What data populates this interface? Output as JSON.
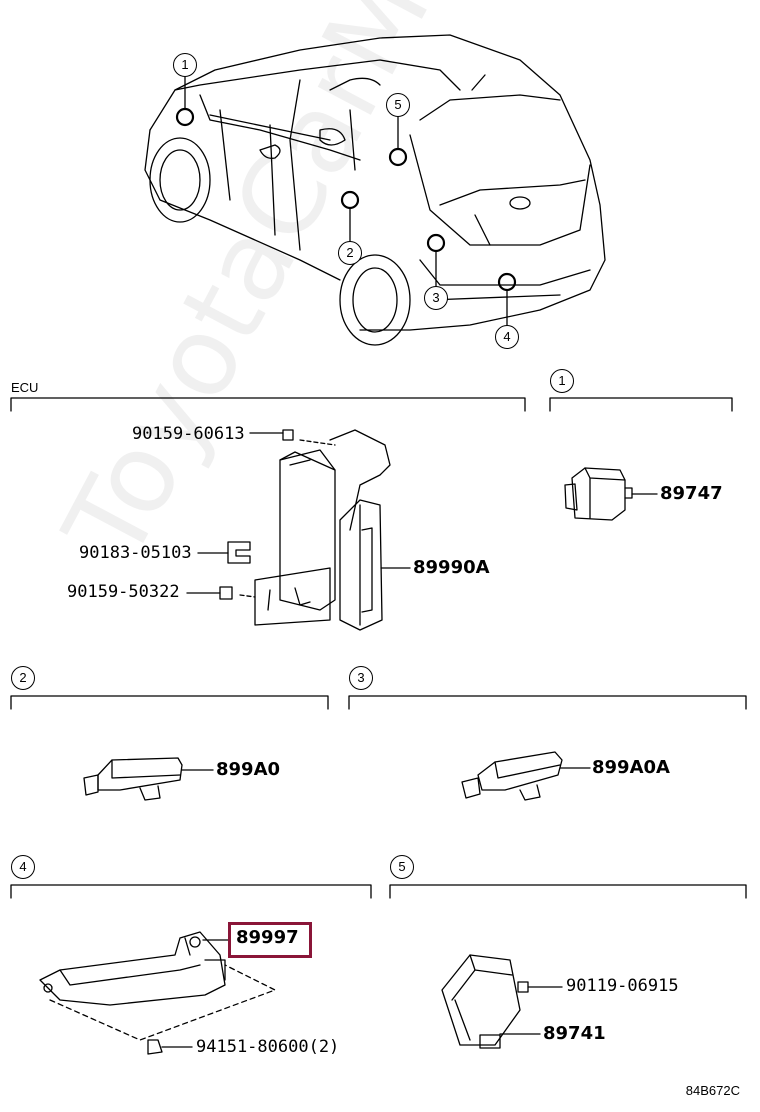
{
  "watermark": "ToyotaCarMir.ru",
  "diagram_code": "84B672C",
  "vehicle_callouts": [
    "1",
    "2",
    "3",
    "4",
    "5"
  ],
  "sections": {
    "ecu": {
      "label": "ECU",
      "parts": {
        "bolt_top": "90159-60613",
        "clip": "90183-05103",
        "bolt_bottom": "90159-50322",
        "ecu_main": "89990A"
      }
    },
    "s1": {
      "callout": "1",
      "part": "89747"
    },
    "s2": {
      "callout": "2",
      "part": "899A0"
    },
    "s3": {
      "callout": "3",
      "part": "899A0A"
    },
    "s4": {
      "callout": "4",
      "part": "89997",
      "nut": "94151-80600(2)"
    },
    "s5": {
      "callout": "5",
      "bolt": "90119-06915",
      "part": "89741"
    }
  }
}
